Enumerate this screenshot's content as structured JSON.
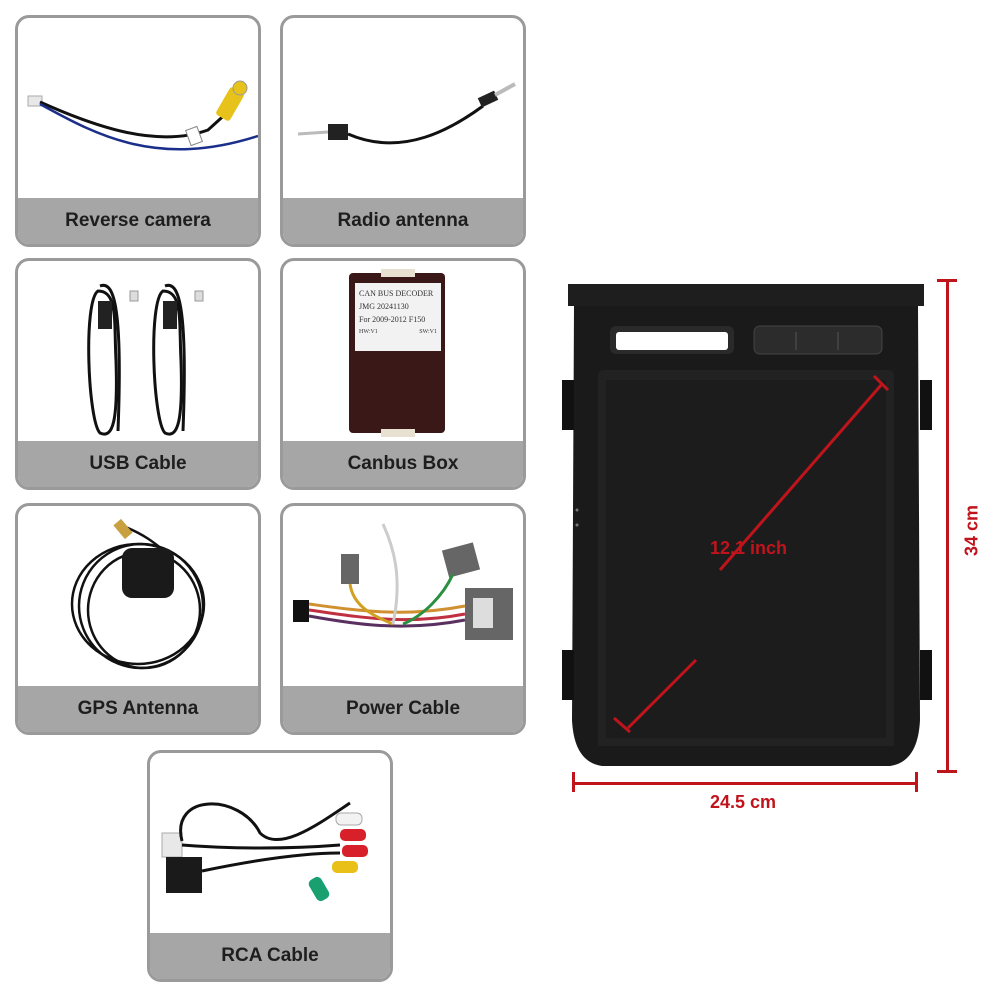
{
  "accessories": [
    {
      "label": "Reverse camera"
    },
    {
      "label": "Radio antenna"
    },
    {
      "label": "USB Cable"
    },
    {
      "label": "Canbus Box"
    },
    {
      "label": "GPS Antenna"
    },
    {
      "label": "Power Cable"
    },
    {
      "label": "RCA Cable"
    }
  ],
  "canbus_label": {
    "line1": "CAN BUS DECODER",
    "line2": "JMG 20241130",
    "line3": "For 2009-2012 F150",
    "hw": "HW:V1",
    "sw": "SW:V1"
  },
  "unit": {
    "diagonal": "12.1 inch",
    "width": "24.5 cm",
    "height": "34 cm"
  },
  "colors": {
    "accent_red": "#c0141c",
    "label_band": "#a6a6a6",
    "card_border": "#9a9a9a"
  }
}
